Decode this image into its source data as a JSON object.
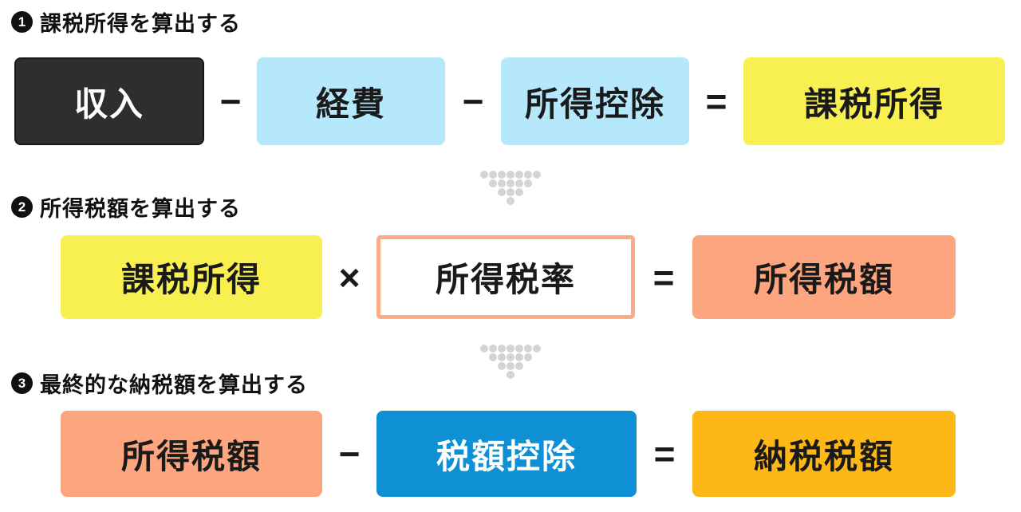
{
  "sections": [
    {
      "number": "1",
      "title": "課税所得を算出する",
      "formula": {
        "term1": "収入",
        "op1": "−",
        "term2": "経費",
        "op2": "−",
        "term3": "所得控除",
        "op3": "=",
        "result": "課税所得"
      }
    },
    {
      "number": "2",
      "title": "所得税額を算出する",
      "formula": {
        "term1": "課税所得",
        "op1": "×",
        "term2": "所得税率",
        "op2": "=",
        "result": "所得税額"
      }
    },
    {
      "number": "3",
      "title": "最終的な納税額を算出する",
      "formula": {
        "term1": "所得税額",
        "op1": "−",
        "term2": "税額控除",
        "op2": "=",
        "result": "納税税額"
      }
    }
  ],
  "colors": {
    "income_box": "#2e2e2e",
    "light_blue_box": "#b5e8fb",
    "taxable_income_box": "#f7f050",
    "tax_rate_border": "#fbab85",
    "income_tax_box": "#fda57e",
    "tax_credit_box": "#0f90d5",
    "tax_payment_box": "#fdb717",
    "arrow_dots": "#d4d4d4"
  }
}
